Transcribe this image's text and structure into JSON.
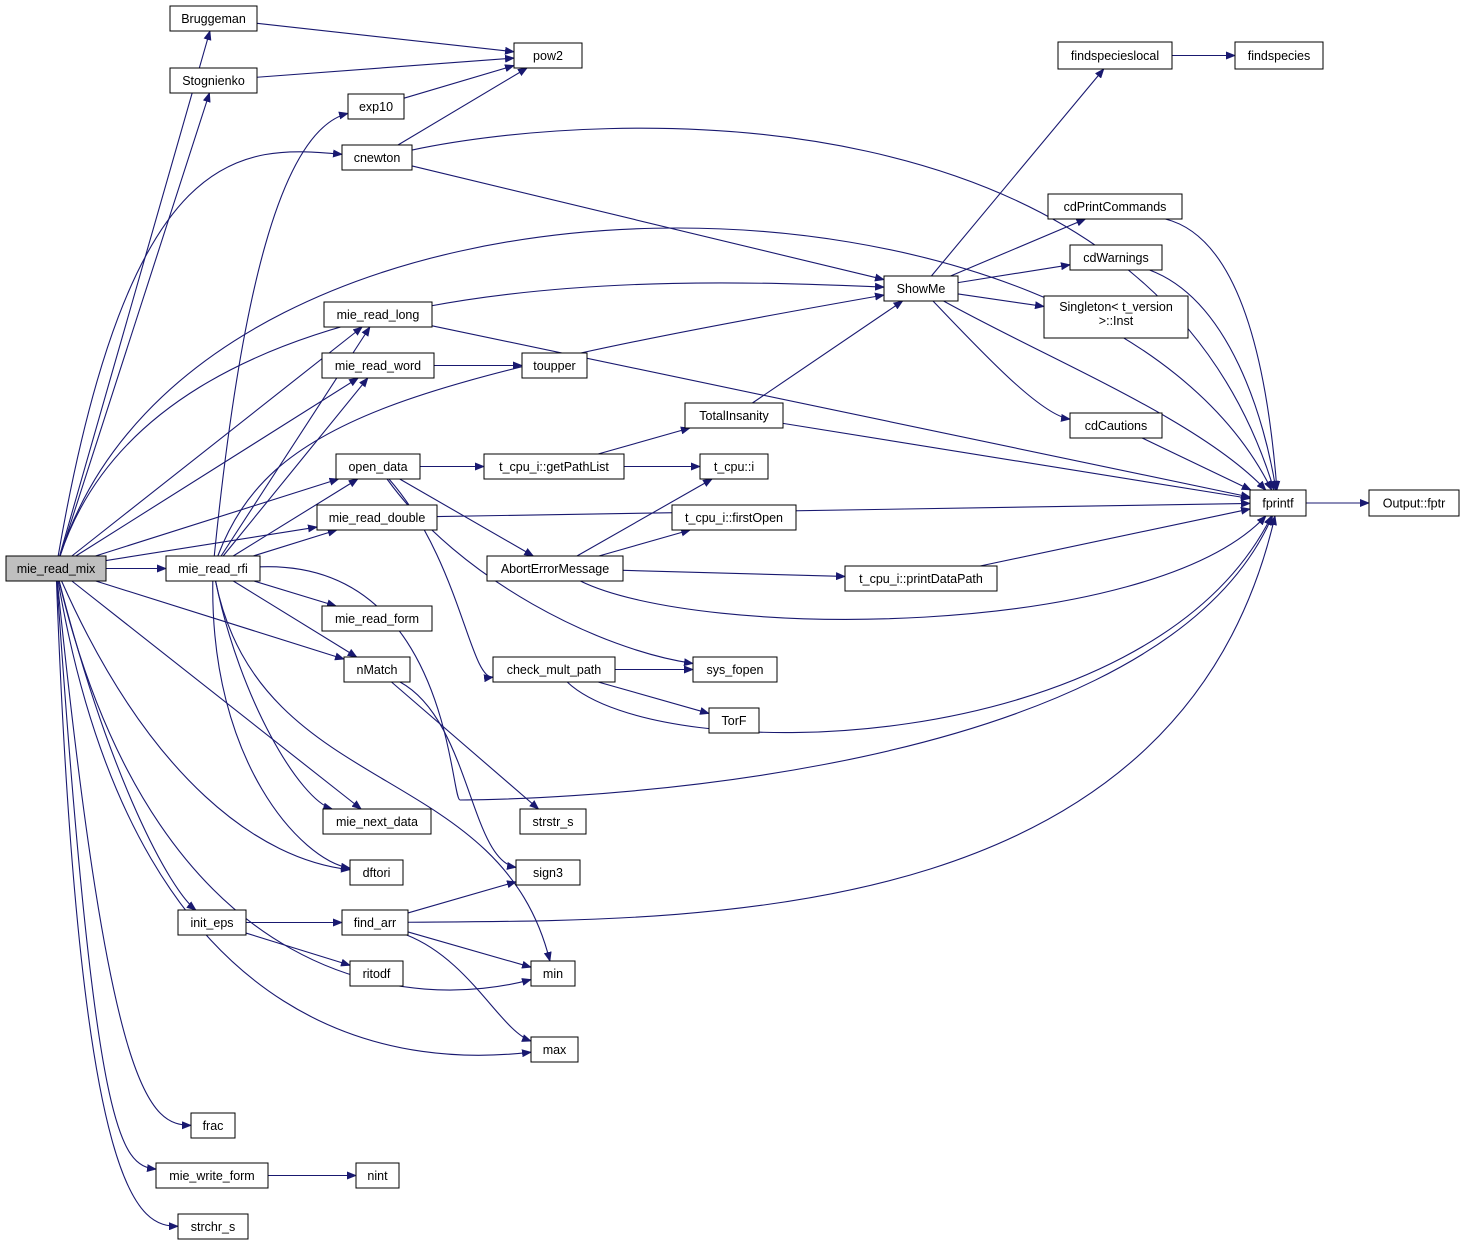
{
  "colors": {
    "edge": "#191970",
    "node_border": "#000000",
    "node_fill": "#ffffff",
    "root_fill": "#bfbfbf",
    "background": "#ffffff"
  },
  "nodes": [
    {
      "id": "mie_read_mix",
      "label": "mie_read_mix",
      "root": true
    },
    {
      "id": "Bruggeman",
      "label": "Bruggeman"
    },
    {
      "id": "Stognienko",
      "label": "Stognienko"
    },
    {
      "id": "pow2",
      "label": "pow2"
    },
    {
      "id": "exp10",
      "label": "exp10"
    },
    {
      "id": "cnewton",
      "label": "cnewton"
    },
    {
      "id": "mie_read_long",
      "label": "mie_read_long"
    },
    {
      "id": "mie_read_word",
      "label": "mie_read_word"
    },
    {
      "id": "toupper",
      "label": "toupper"
    },
    {
      "id": "open_data",
      "label": "open_data"
    },
    {
      "id": "mie_read_double",
      "label": "mie_read_double"
    },
    {
      "id": "mie_read_rfi",
      "label": "mie_read_rfi"
    },
    {
      "id": "mie_read_form",
      "label": "mie_read_form"
    },
    {
      "id": "nMatch",
      "label": "nMatch"
    },
    {
      "id": "mie_next_data",
      "label": "mie_next_data"
    },
    {
      "id": "dftori",
      "label": "dftori"
    },
    {
      "id": "init_eps",
      "label": "init_eps"
    },
    {
      "id": "find_arr",
      "label": "find_arr"
    },
    {
      "id": "ritodf",
      "label": "ritodf"
    },
    {
      "id": "sign3",
      "label": "sign3"
    },
    {
      "id": "strstr_s",
      "label": "strstr_s"
    },
    {
      "id": "min",
      "label": "min"
    },
    {
      "id": "max",
      "label": "max"
    },
    {
      "id": "frac",
      "label": "frac"
    },
    {
      "id": "mie_write_form",
      "label": "mie_write_form"
    },
    {
      "id": "nint",
      "label": "nint"
    },
    {
      "id": "strchr_s",
      "label": "strchr_s"
    },
    {
      "id": "getPathList",
      "label": "t_cpu_i::getPathList"
    },
    {
      "id": "TotalInsanity",
      "label": "TotalInsanity"
    },
    {
      "id": "t_cpu_i",
      "label": "t_cpu::i"
    },
    {
      "id": "firstOpen",
      "label": "t_cpu_i::firstOpen"
    },
    {
      "id": "AbortErrorMessage",
      "label": "AbortErrorMessage"
    },
    {
      "id": "printDataPath",
      "label": "t_cpu_i::printDataPath"
    },
    {
      "id": "check_mult_path",
      "label": "check_mult_path"
    },
    {
      "id": "sys_fopen",
      "label": "sys_fopen"
    },
    {
      "id": "TorF",
      "label": "TorF"
    },
    {
      "id": "ShowMe",
      "label": "ShowMe"
    },
    {
      "id": "findspecieslocal",
      "label": "findspecieslocal"
    },
    {
      "id": "findspecies",
      "label": "findspecies"
    },
    {
      "id": "cdPrintCommands",
      "label": "cdPrintCommands"
    },
    {
      "id": "cdWarnings",
      "label": "cdWarnings"
    },
    {
      "id": "Singleton",
      "label": "Singleton< t_version",
      "label2": ">::Inst"
    },
    {
      "id": "cdCautions",
      "label": "cdCautions"
    },
    {
      "id": "fprintf",
      "label": "fprintf"
    },
    {
      "id": "fptr",
      "label": "Output::fptr"
    }
  ],
  "edges": [
    [
      "mie_read_mix",
      "Bruggeman"
    ],
    [
      "mie_read_mix",
      "Stognienko"
    ],
    [
      "mie_read_mix",
      "cnewton"
    ],
    [
      "mie_read_mix",
      "fprintf"
    ],
    [
      "mie_read_mix",
      "ShowMe"
    ],
    [
      "mie_read_mix",
      "mie_read_long"
    ],
    [
      "mie_read_mix",
      "mie_read_word"
    ],
    [
      "mie_read_mix",
      "open_data"
    ],
    [
      "mie_read_mix",
      "mie_read_double"
    ],
    [
      "mie_read_mix",
      "mie_read_rfi"
    ],
    [
      "mie_read_mix",
      "nMatch"
    ],
    [
      "mie_read_mix",
      "mie_next_data"
    ],
    [
      "mie_read_mix",
      "dftori"
    ],
    [
      "mie_read_mix",
      "init_eps"
    ],
    [
      "mie_read_mix",
      "min"
    ],
    [
      "mie_read_mix",
      "max"
    ],
    [
      "mie_read_mix",
      "frac"
    ],
    [
      "mie_read_mix",
      "mie_write_form"
    ],
    [
      "mie_read_mix",
      "strchr_s"
    ],
    [
      "Bruggeman",
      "pow2"
    ],
    [
      "Stognienko",
      "pow2"
    ],
    [
      "exp10",
      "pow2"
    ],
    [
      "cnewton",
      "pow2"
    ],
    [
      "cnewton",
      "fprintf"
    ],
    [
      "cnewton",
      "ShowMe"
    ],
    [
      "mie_read_rfi",
      "exp10"
    ],
    [
      "mie_read_rfi",
      "mie_read_long"
    ],
    [
      "mie_read_rfi",
      "mie_read_word"
    ],
    [
      "mie_read_rfi",
      "ShowMe"
    ],
    [
      "mie_read_rfi",
      "open_data"
    ],
    [
      "mie_read_rfi",
      "mie_read_double"
    ],
    [
      "mie_read_rfi",
      "mie_read_form"
    ],
    [
      "mie_read_rfi",
      "nMatch"
    ],
    [
      "mie_read_rfi",
      "mie_next_data"
    ],
    [
      "mie_read_rfi",
      "dftori"
    ],
    [
      "mie_read_rfi",
      "min"
    ],
    [
      "mie_read_rfi",
      "fprintf"
    ],
    [
      "mie_read_long",
      "fprintf"
    ],
    [
      "mie_read_word",
      "toupper"
    ],
    [
      "open_data",
      "getPathList"
    ],
    [
      "open_data",
      "t_cpu_i"
    ],
    [
      "open_data",
      "AbortErrorMessage"
    ],
    [
      "open_data",
      "check_mult_path"
    ],
    [
      "open_data",
      "sys_fopen"
    ],
    [
      "mie_read_double",
      "fprintf"
    ],
    [
      "nMatch",
      "strstr_s"
    ],
    [
      "nMatch",
      "sign3"
    ],
    [
      "init_eps",
      "find_arr"
    ],
    [
      "init_eps",
      "ritodf"
    ],
    [
      "find_arr",
      "sign3"
    ],
    [
      "find_arr",
      "min"
    ],
    [
      "find_arr",
      "max"
    ],
    [
      "find_arr",
      "fprintf"
    ],
    [
      "mie_write_form",
      "nint"
    ],
    [
      "getPathList",
      "TotalInsanity"
    ],
    [
      "TotalInsanity",
      "ShowMe"
    ],
    [
      "TotalInsanity",
      "fprintf"
    ],
    [
      "AbortErrorMessage",
      "t_cpu_i"
    ],
    [
      "AbortErrorMessage",
      "firstOpen"
    ],
    [
      "AbortErrorMessage",
      "printDataPath"
    ],
    [
      "AbortErrorMessage",
      "fprintf"
    ],
    [
      "printDataPath",
      "fprintf"
    ],
    [
      "check_mult_path",
      "sys_fopen"
    ],
    [
      "check_mult_path",
      "TorF"
    ],
    [
      "check_mult_path",
      "fprintf"
    ],
    [
      "ShowMe",
      "findspecieslocal"
    ],
    [
      "ShowMe",
      "cdPrintCommands"
    ],
    [
      "ShowMe",
      "cdWarnings"
    ],
    [
      "ShowMe",
      "Singleton"
    ],
    [
      "ShowMe",
      "cdCautions"
    ],
    [
      "ShowMe",
      "fprintf"
    ],
    [
      "findspecieslocal",
      "findspecies"
    ],
    [
      "cdPrintCommands",
      "fprintf"
    ],
    [
      "cdWarnings",
      "fprintf"
    ],
    [
      "cdCautions",
      "fprintf"
    ],
    [
      "fprintf",
      "fptr"
    ]
  ]
}
